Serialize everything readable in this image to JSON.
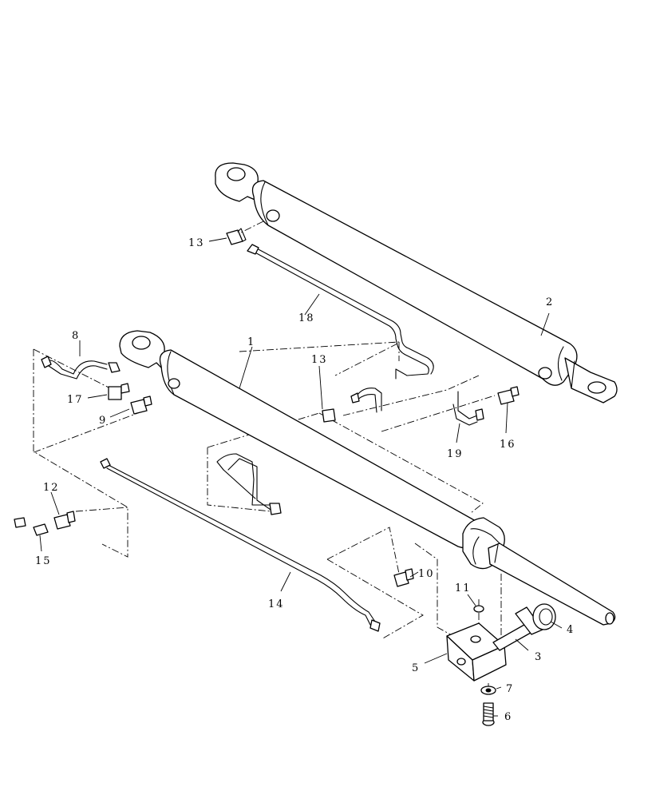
{
  "callouts": {
    "c1": "1",
    "c2": "2",
    "c3": "3",
    "c4": "4",
    "c5": "5",
    "c6": "6",
    "c7": "7",
    "c8": "8",
    "c9": "9",
    "c10": "10",
    "c11": "11",
    "c12": "12",
    "c13a": "13",
    "c13b": "13",
    "c14": "14",
    "c15": "15",
    "c16": "16",
    "c17": "17",
    "c18": "18",
    "c19": "19"
  }
}
